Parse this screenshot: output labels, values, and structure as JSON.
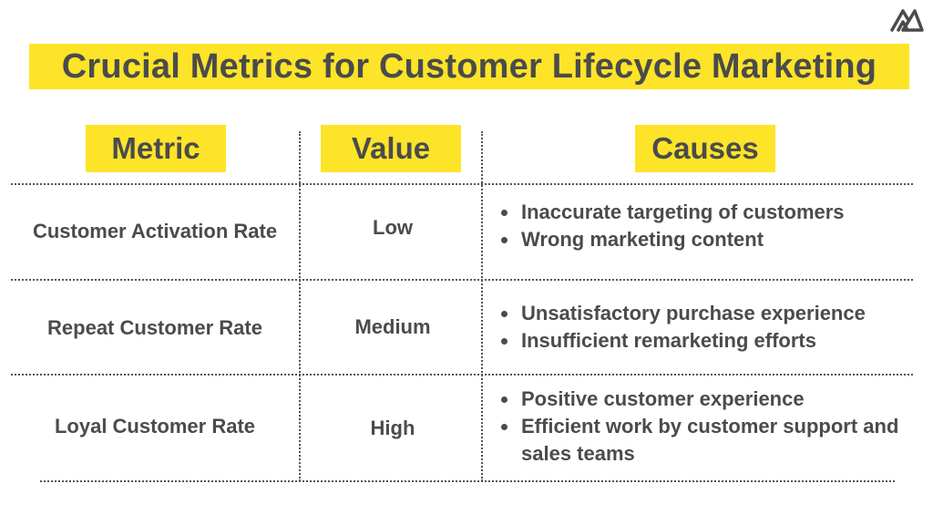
{
  "logo": {
    "icon": "mountain-logo-icon"
  },
  "title": "Crucial Metrics for Customer Lifecycle Marketing",
  "headers": {
    "metric": "Metric",
    "value": "Value",
    "causes": "Causes"
  },
  "rows": [
    {
      "metric": "Customer Activation Rate",
      "value": "Low",
      "causes": [
        "Inaccurate targeting of customers",
        "Wrong marketing content"
      ]
    },
    {
      "metric": "Repeat Customer Rate",
      "value": "Medium",
      "causes": [
        "Unsatisfactory purchase experience",
        "Insufficient remarketing efforts"
      ]
    },
    {
      "metric": "Loyal Customer Rate",
      "value": "High",
      "causes": [
        "Positive customer experience",
        "Efficient work by customer support and sales teams"
      ]
    }
  ],
  "colors": {
    "highlight": "#fde428",
    "text": "#4a4b4d"
  }
}
